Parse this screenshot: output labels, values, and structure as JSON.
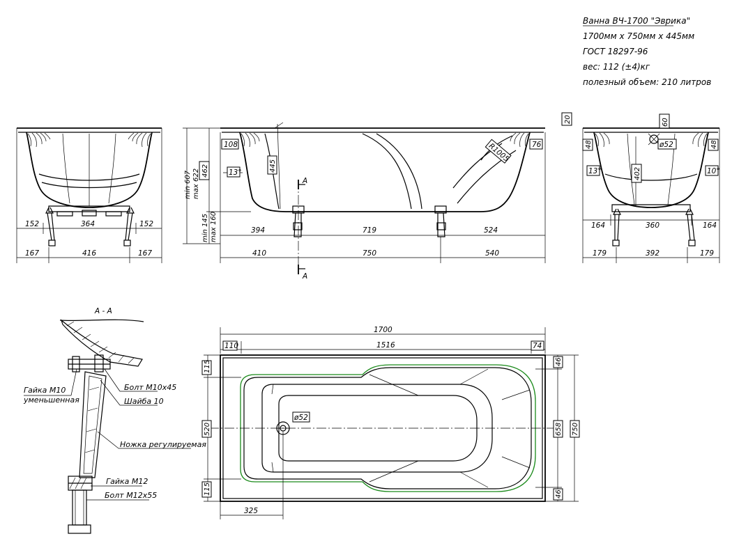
{
  "info": {
    "title": "Ванна ВЧ-1700 \"Эврика\"",
    "size": "1700мм х 750мм х 445мм",
    "standard": "ГОСТ 18297-96",
    "weight": "вес: 112 (±4)кг",
    "volume": "полезный объем: 210 литров"
  },
  "front_view": {
    "dims_top_row": [
      "152",
      "364",
      "152"
    ],
    "dims_bottom_row": [
      "167",
      "416",
      "167"
    ]
  },
  "side_view": {
    "labels": {
      "h_outer": "min 607\nmax 622",
      "h_outer_a": "min 607",
      "h_outer_b": "max 622",
      "h_inner": "462",
      "h_depth": "445",
      "leg_a": "min 145",
      "leg_b": "max 160",
      "rim_left": "108",
      "rim_right": "76",
      "slope_left": "13°",
      "radius": "R1005",
      "section_mark": "A"
    },
    "dims_top_row": [
      "394",
      "719",
      "524"
    ],
    "dims_bottom_row": [
      "410",
      "750",
      "540"
    ]
  },
  "end_view": {
    "labels": {
      "top": "20",
      "drain_h": "60",
      "drain_d": "ø52",
      "rim_l": "48",
      "rim_r": "48",
      "slope_l": "13°",
      "slope_r": "10°",
      "inner_h": "402"
    },
    "dims_top_row": [
      "164",
      "360",
      "164"
    ],
    "dims_bottom_row": [
      "179",
      "392",
      "179"
    ]
  },
  "section": {
    "title": "А - А",
    "callouts": {
      "nut_m10": "Гайка М10",
      "nut_m10_b": "уменьшенная",
      "bolt_m10": "Болт М10х45",
      "washer": "Шайба 10",
      "leg": "Ножка регулируемая",
      "nut_m12": "Гайка М12",
      "bolt_m12": "Болт М12х55"
    }
  },
  "plan_view": {
    "dims": {
      "total_length": "1700",
      "inner_length": "1516",
      "rim_left": "110",
      "rim_right": "74",
      "width": "750",
      "inner_width": "658",
      "bowl_width": "520",
      "rim_top": "115",
      "rim_bottom": "115",
      "rim_top_r": "46",
      "rim_bottom_r": "46",
      "drain_offset": "325",
      "drain_d": "ø52"
    }
  },
  "colors": {
    "line": "#000000",
    "contour": "#1a8a1a",
    "background": "#ffffff"
  }
}
